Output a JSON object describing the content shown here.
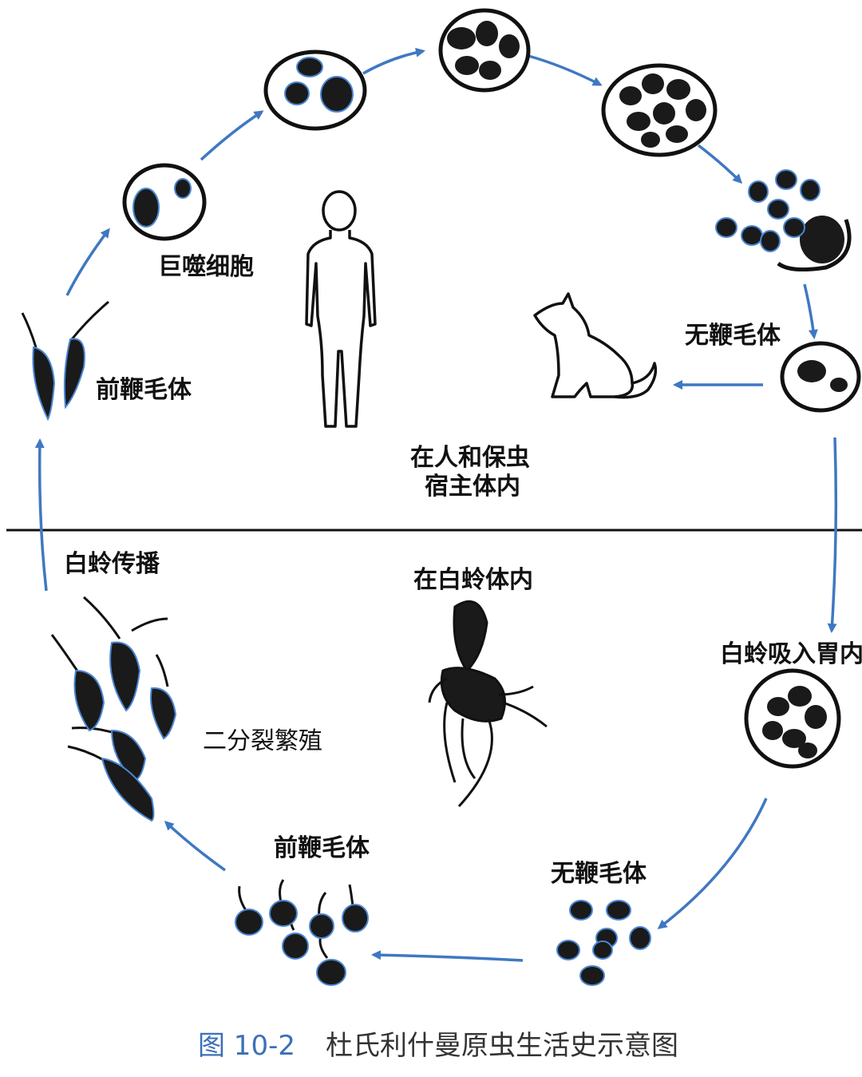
{
  "labels": {
    "macrophage": "巨噬细胞",
    "promastigote_top": "前鞭毛体",
    "amastigote_top": "无鞭毛体",
    "host_line1": "在人和保虫",
    "host_line2": "宿主体内",
    "sandfly_transmit": "白蛉传播",
    "in_sandfly": "在白蛉体内",
    "sandfly_ingest": "白蛉吸入胃内",
    "binary_fission": "二分裂繁殖",
    "promastigote_bottom": "前鞭毛体",
    "amastigote_bottom": "无鞭毛体"
  },
  "caption": {
    "figure_no": "图 10-2",
    "title": "杜氏利什曼原虫生活史示意图"
  },
  "colors": {
    "arrow": "#3f78c2",
    "ink": "#111111",
    "shadow": "#4a86d4"
  }
}
